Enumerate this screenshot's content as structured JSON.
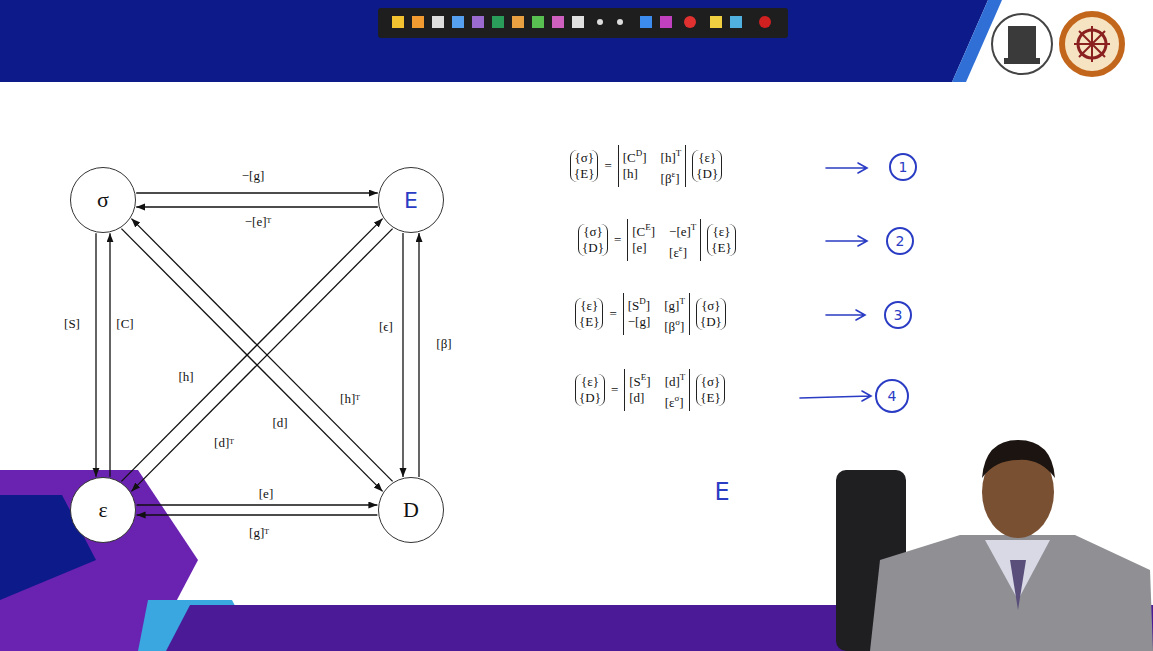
{
  "diagram": {
    "nodes": [
      {
        "text": [
          "σ"
        ]
      },
      {
        "text": [
          "E"
        ]
      },
      {
        "text": [
          "ε"
        ]
      },
      {
        "text": [
          "D"
        ]
      },
      {
        "text": [
          "1"
        ]
      },
      {
        "text": [
          "2"
        ]
      },
      {
        "text": [
          "3"
        ]
      },
      {
        "text": [
          "4"
        ]
      }
    ],
    "edges": [
      {
        "from": 0,
        "to": 1,
        "arrow": "to",
        "label": "−[g]"
      },
      {
        "from": 1,
        "to": 0,
        "arrow": "to",
        "label": "−[e]ᵀ"
      },
      {
        "from": 0,
        "to": 2,
        "arrow": "to",
        "label": "[S]"
      },
      {
        "from": 2,
        "to": 0,
        "arrow": "to",
        "label": "[C]"
      },
      {
        "from": 1,
        "to": 3,
        "arrow": "to",
        "label": "[ϵ]"
      },
      {
        "from": 3,
        "to": 1,
        "arrow": "to",
        "label": "[β]"
      },
      {
        "from": 2,
        "to": 1,
        "arrow": "to",
        "label": "[h]"
      },
      {
        "from": 1,
        "to": 2,
        "arrow": "to",
        "label": "[d]ᵀ"
      },
      {
        "from": 0,
        "to": 3,
        "arrow": "to",
        "label": "[d]"
      },
      {
        "from": 3,
        "to": 0,
        "arrow": "to",
        "label": "[h]ᵀ"
      },
      {
        "from": 2,
        "to": 3,
        "arrow": "to",
        "label": "[e]"
      },
      {
        "from": 3,
        "to": 2,
        "arrow": "to",
        "label": "[g]ᵀ"
      }
    ],
    "labels": [
      "{σ}",
      "{E}",
      "=",
      "[C",
      "D",
      "]",
      "[h]",
      "T",
      "[h]",
      "[β",
      "ε",
      "]",
      "{ε}",
      "{D}",
      "{σ}",
      "{D}",
      "=",
      "[C",
      "E",
      "]",
      "−[e]",
      "T",
      "[e]",
      "[ε",
      "ε",
      "]",
      "{ε}",
      "{E}",
      "{ε}",
      "{E}",
      "=",
      "[S",
      "D",
      "]",
      "[g]",
      "T",
      "−[g]",
      "[β",
      "σ",
      "]",
      "{σ}",
      "{D}",
      "{ε}",
      "{D}",
      "=",
      "[S",
      "E",
      "]",
      "[d]",
      "T",
      "[d]",
      "[ε",
      "σ",
      "]",
      "{σ}",
      "{E}",
      "E"
    ]
  }
}
